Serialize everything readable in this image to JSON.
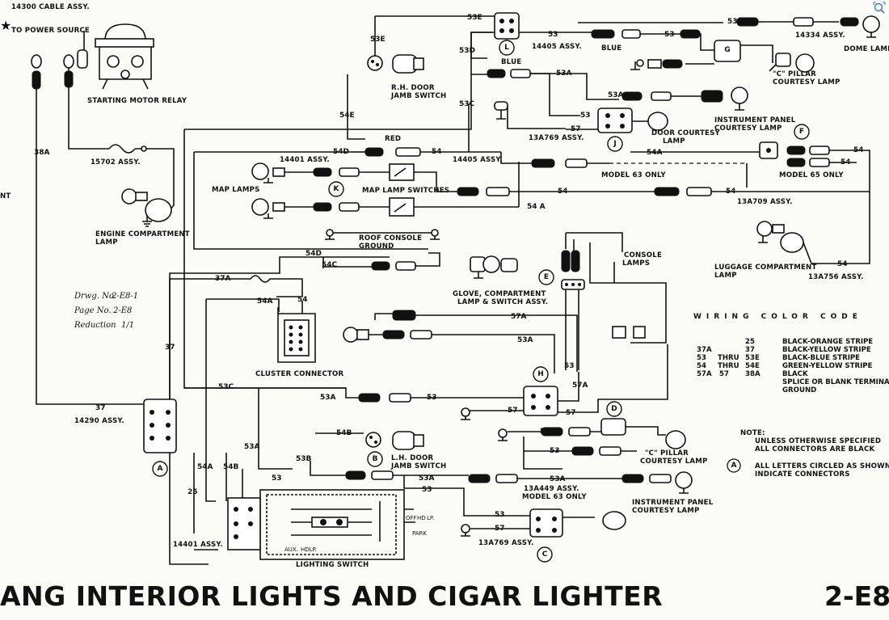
{
  "title": "ANG INTERIOR LIGHTS AND CIGAR LIGHTER",
  "page_number": "2-E8",
  "components": {
    "cable_assy": "14300 CABLE ASSY.",
    "to_power": "TO POWER SOURCE",
    "starting_motor_relay": "STARTING MOTOR RELAY",
    "assy_15702": "15702 ASSY.",
    "engine_lamp_1": "ENGINE COMPARTMENT",
    "engine_lamp_2": "LAMP",
    "rh_door_1": "R.H. DOOR",
    "rh_door_2": "JAMB SWITCH",
    "assy_14405_top": "14405 ASSY.",
    "blue_top": "BLUE",
    "blue_mid": "BLUE",
    "assy_14334": "14334 ASSY.",
    "dome_lamp": "DOME LAMP",
    "c_pillar_top_1": "\"C\" PILLAR",
    "c_pillar_top_2": "COURTESY LAMP",
    "ip_courtesy_top_1": "INSTRUMENT PANEL",
    "ip_courtesy_top_2": "COURTESY LAMP",
    "door_courtesy_1": "DOOR COURTESY",
    "door_courtesy_2": "LAMP",
    "assy_13a769_top": "13A769 ASSY.",
    "red": "RED",
    "assy_14401_top": "14401 ASSY.",
    "assy_14405_mid": "14405 ASSY.",
    "model63_top": "MODEL 63 ONLY",
    "model65": "MODEL 65 ONLY",
    "map_lamps": "MAP LAMPS",
    "map_lamp_switches": "MAP LAMP SWITCHES",
    "assy_13a709": "13A709 ASSY.",
    "roof_console_1": "ROOF CONSOLE",
    "roof_console_2": "GROUND",
    "luggage_1": "LUGGAGE COMPARTMENT",
    "luggage_2": "LAMP",
    "assy_13a756": "13A756 ASSY.",
    "console_lamps_1": "CONSOLE",
    "console_lamps_2": "LAMPS",
    "glove_1": "GLOVE, COMPARTMENT",
    "glove_2": "LAMP & SWITCH ASSY.",
    "cluster_connector": "CLUSTER CONNECTOR",
    "assy_14290": "14290 ASSY.",
    "lh_door_1": "L.H. DOOR",
    "lh_door_2": "JAMB SWITCH",
    "c_pillar_low_1": "\"C\" PILLAR",
    "c_pillar_low_2": "COURTESY LAMP",
    "assy_13a449": "13A449 ASSY.",
    "model63_low": "MODEL 63 ONLY",
    "ip_courtesy_low_1": "INSTRUMENT PANEL",
    "ip_courtesy_low_2": "COURTESY LAMP",
    "assy_13a769_low": "13A769 ASSY.",
    "assy_14401_low": "14401 ASSY.",
    "lighting_switch": "LIGHTING SWITCH",
    "off": "OFF",
    "hd": "HD",
    "lp": "LP.",
    "park": "PARK",
    "aux": "AUX.",
    "hdlp": "HDLP.",
    "partial_left": "NT"
  },
  "wire_labels": {
    "w53e_top": "53E",
    "w53e_left": "53E",
    "w53d": "53D",
    "w53c_mid": "53C",
    "w53_a": "53",
    "w53_b": "53",
    "w53a_top": "53A",
    "w53a_b": "53A",
    "w53a_c": "53A",
    "w57_top": "57",
    "w57_b": "57",
    "w53_c": "53",
    "w54e": "54E",
    "w54d": "54D",
    "w54_red": "54",
    "w54a_mid": "54A",
    "w54_right1": "54",
    "w54_right2": "54",
    "w54_map1": "54",
    "w54_map2": "54",
    "w54a_map": "54 A",
    "w54_lug": "54",
    "w38a": "38A",
    "w54d_low": "54D",
    "w54c": "54C",
    "w37a": "37A",
    "w54a_cl": "54A",
    "w54_cl": "54",
    "w57a": "57A",
    "w53a_mid": "53A",
    "w37": "37",
    "w37_low": "37",
    "w53c_low": "53C",
    "w53a_low": "53A",
    "w53_low": "53",
    "w53_h": "53",
    "w57a_h": "57A",
    "w57_h1": "57",
    "w57_h2": "57",
    "w57_d": "57",
    "w53_d": "53",
    "w54b": "54B",
    "w53b": "53B",
    "w53a_sw": "53A",
    "w54a_sw": "54A",
    "w54b_sw": "54B",
    "w53_sw": "53",
    "w25": "25",
    "w53a_b2": "53A",
    "w53_b2": "53",
    "w53a_b3": "53A",
    "w53_c1": "53",
    "w57_c1": "57",
    "w53_b3": "53"
  },
  "connector_letters": [
    "A",
    "B",
    "C",
    "D",
    "E",
    "F",
    "G",
    "H",
    "J",
    "K",
    "L"
  ],
  "handwritten": {
    "drwg_label": "Drwg. No.",
    "drwg_value": "2-E8-1",
    "page_label": "Page No.",
    "page_value": "2-E8",
    "reduction_label": "Reduction",
    "reduction_value": "1/1"
  },
  "color_code": {
    "title": "WIRING COLOR CODE",
    "rows": [
      {
        "c1": "",
        "c2": "",
        "c3": "25",
        "desc": "BLACK-ORANGE STRIPE"
      },
      {
        "c1": "37A",
        "c2": "",
        "c3": "37",
        "desc": "BLACK-YELLOW STRIPE"
      },
      {
        "c1": "53",
        "c2": "THRU",
        "c3": "53E",
        "desc": "BLACK-BLUE STRIPE"
      },
      {
        "c1": "54",
        "c2": "THRU",
        "c3": "54E",
        "desc": "GREEN-YELLOW STRIPE"
      },
      {
        "c1": "57A",
        "c2": "57",
        "c3": "38A",
        "desc": "BLACK"
      },
      {
        "c1": "",
        "c2": "",
        "c3": "",
        "desc": "SPLICE OR BLANK TERMINAL"
      },
      {
        "c1": "",
        "c2": "",
        "c3": "",
        "desc": "GROUND"
      }
    ]
  },
  "notes": {
    "note_label": "NOTE:",
    "note_line1": "UNLESS OTHERWISE SPECIFIED",
    "note_line2": "ALL CONNECTORS ARE BLACK",
    "note_letter": "A",
    "note_line3": "ALL LETTERS CIRCLED AS SHOWN",
    "note_line4": "INDICATE CONNECTORS"
  }
}
